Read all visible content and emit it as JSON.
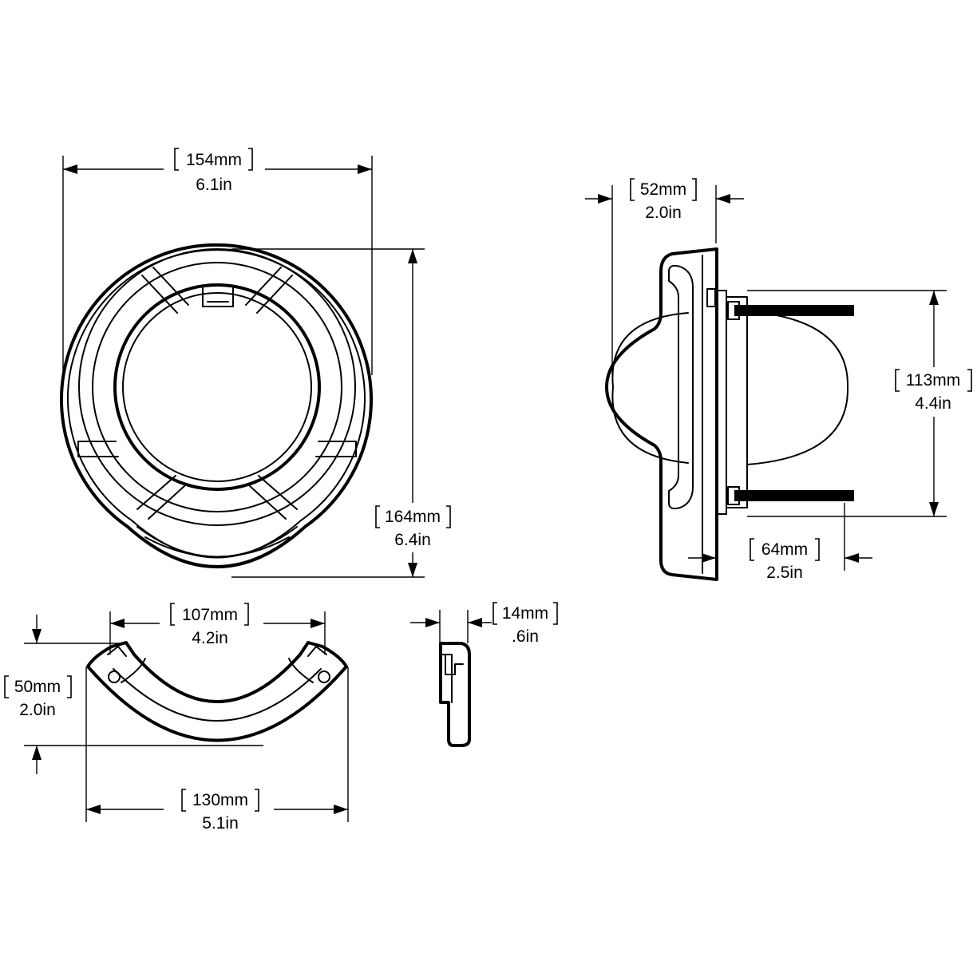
{
  "dimensions": {
    "front_width": {
      "mm": "154mm",
      "inch": "6.1in"
    },
    "front_height": {
      "mm": "164mm",
      "inch": "6.4in"
    },
    "side_depth": {
      "mm": "52mm",
      "inch": "2.0in"
    },
    "side_height": {
      "mm": "113mm",
      "inch": "4.4in"
    },
    "side_protrusion": {
      "mm": "64mm",
      "inch": "2.5in"
    },
    "bracket_inner_width": {
      "mm": "107mm",
      "inch": "4.2in"
    },
    "bracket_height": {
      "mm": "50mm",
      "inch": "2.0in"
    },
    "bracket_outer_width": {
      "mm": "130mm",
      "inch": "5.1in"
    },
    "bracket_thickness": {
      "mm": "14mm",
      "inch": ".6in"
    }
  },
  "colors": {
    "line": "#000000",
    "background": "#ffffff"
  }
}
